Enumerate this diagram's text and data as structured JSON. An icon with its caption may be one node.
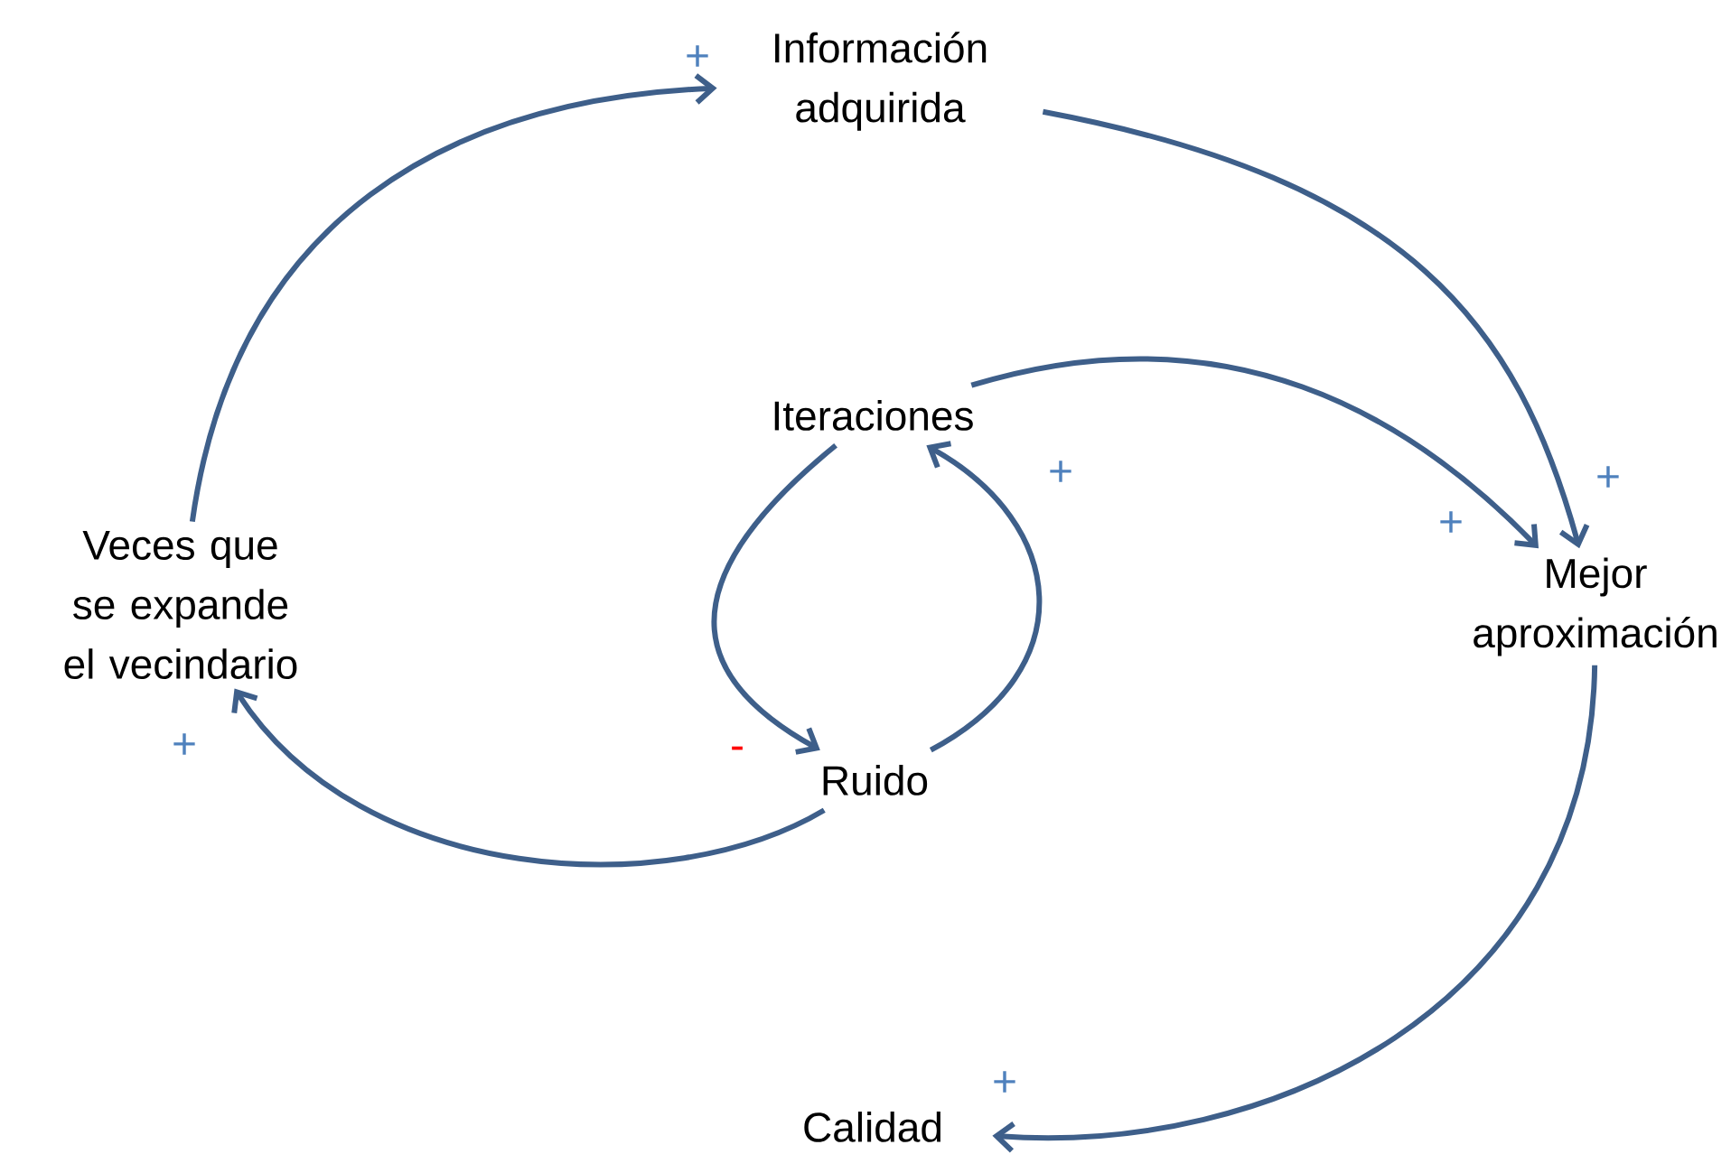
{
  "diagram": {
    "nodes": [
      {
        "text": [
          "Información adquirida"
        ]
      },
      {
        "text": [
          "Iteraciones"
        ]
      },
      {
        "text": [
          "Veces que se expande el vecindario"
        ]
      },
      {
        "text": [
          "Mejor aproximación"
        ]
      },
      {
        "text": [
          "Ruido"
        ]
      },
      {
        "text": [
          "Calidad"
        ]
      }
    ],
    "edges": [
      {
        "from": 2,
        "to": 0,
        "arrow": "to",
        "label": "+"
      },
      {
        "from": 0,
        "to": 3,
        "arrow": "to",
        "label": "+"
      },
      {
        "from": 1,
        "to": 3,
        "arrow": "to",
        "label": "+"
      },
      {
        "from": 1,
        "to": 4,
        "arrow": "to",
        "label": "-"
      },
      {
        "from": 4,
        "to": 1,
        "arrow": "to",
        "label": "+"
      },
      {
        "from": 4,
        "to": 2,
        "arrow": "to",
        "label": "+"
      },
      {
        "from": 3,
        "to": 5,
        "arrow": "to",
        "label": "+"
      }
    ]
  }
}
